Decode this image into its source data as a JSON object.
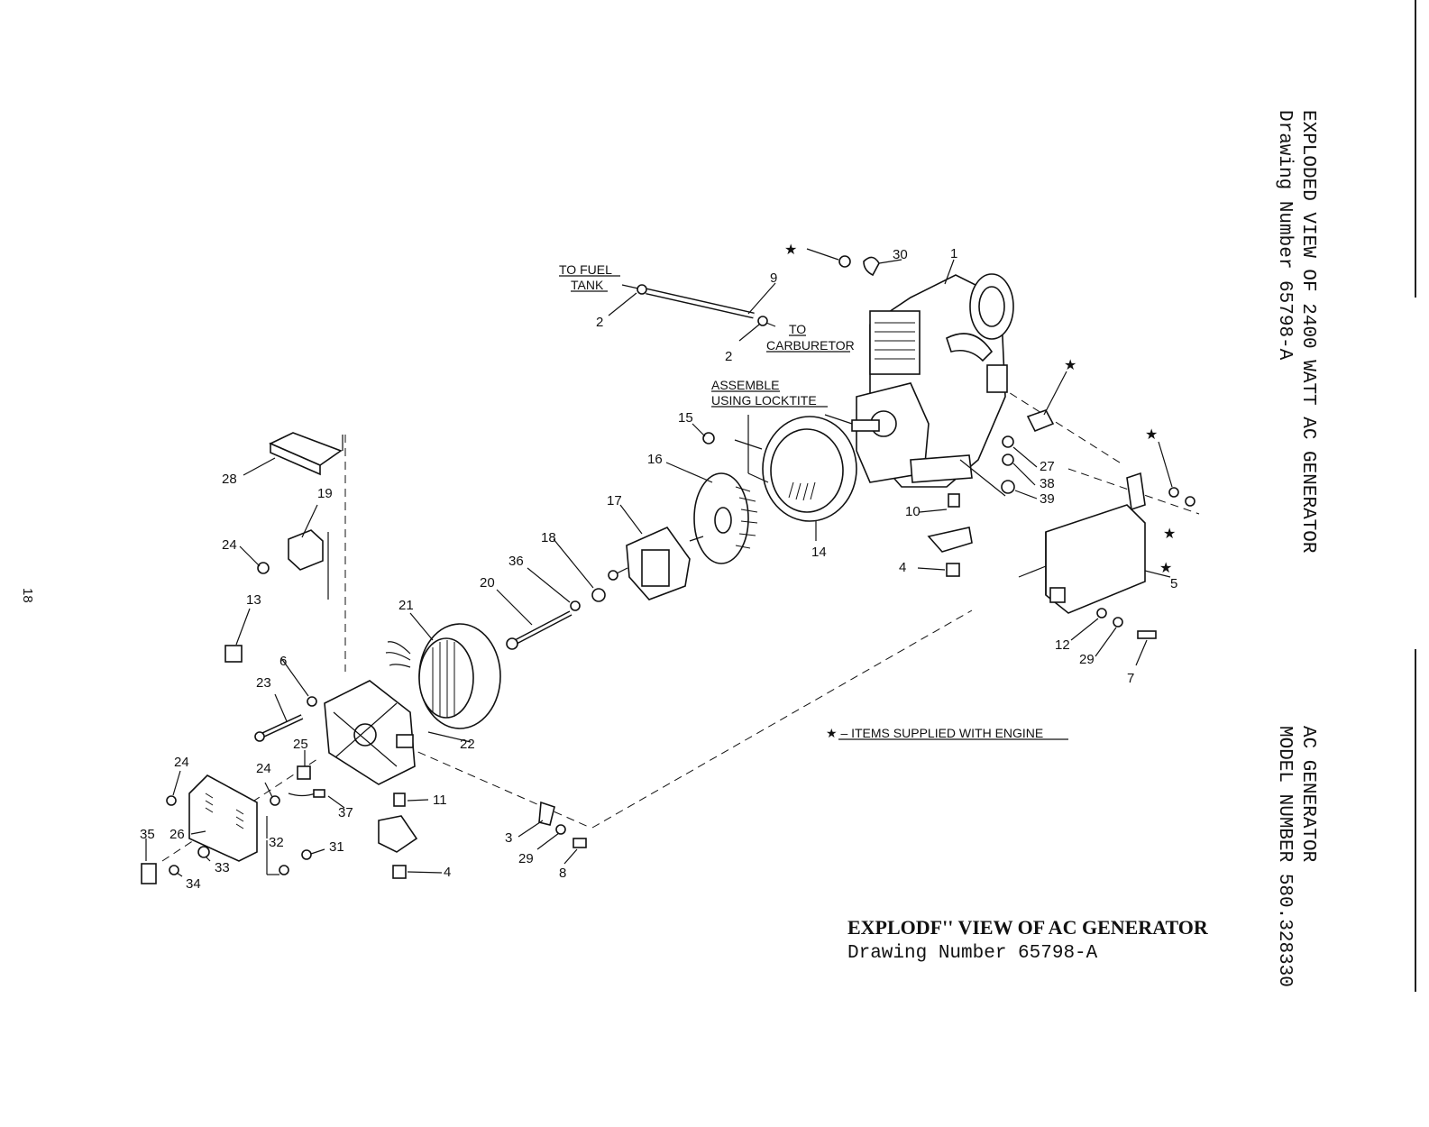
{
  "side_title": {
    "line1": "EXPLODED VIEW OF 2400 WATT AC GENERATOR",
    "line2": "Drawing Number 65798-A"
  },
  "side_model": {
    "line1": "AC GENERATOR",
    "line2": "MODEL NUMBER 580.328330"
  },
  "page_number": "18",
  "bottom_title": {
    "line1": "EXPLODF'' VIEW OF AC GENERATOR",
    "line2": "Drawing Number 65798-A"
  },
  "notes": {
    "fuel_tank_1": "TO FUEL",
    "fuel_tank_2": "TANK",
    "carb_1": "TO",
    "carb_2": "CARBURETOR",
    "locktite_1": "ASSEMBLE",
    "locktite_2": "USING LOCKTITE",
    "engine_items": "★ – ITEMS SUPPLIED WITH ENGINE"
  },
  "callouts": {
    "c1": "1",
    "c2a": "2",
    "c2b": "2",
    "c3": "3",
    "c4a": "4",
    "c4b": "4",
    "c5": "5",
    "c6": "6",
    "c7": "7",
    "c8": "8",
    "c9": "9",
    "c10": "10",
    "c11": "11",
    "c12": "12",
    "c13": "13",
    "c14": "14",
    "c15": "15",
    "c16": "16",
    "c17": "17",
    "c18": "18",
    "c19": "19",
    "c20": "20",
    "c21": "21",
    "c22": "22",
    "c23": "23",
    "c24a": "24",
    "c24b": "24",
    "c24c": "24",
    "c25": "25",
    "c26": "26",
    "c27": "27",
    "c28": "28",
    "c29a": "29",
    "c29b": "29",
    "c30": "30",
    "c31": "31",
    "c32": "32",
    "c33": "33",
    "c34": "34",
    "c35": "35",
    "c36": "36",
    "c37": "37",
    "c38": "38",
    "c39": "39"
  },
  "star_symbol": "★"
}
